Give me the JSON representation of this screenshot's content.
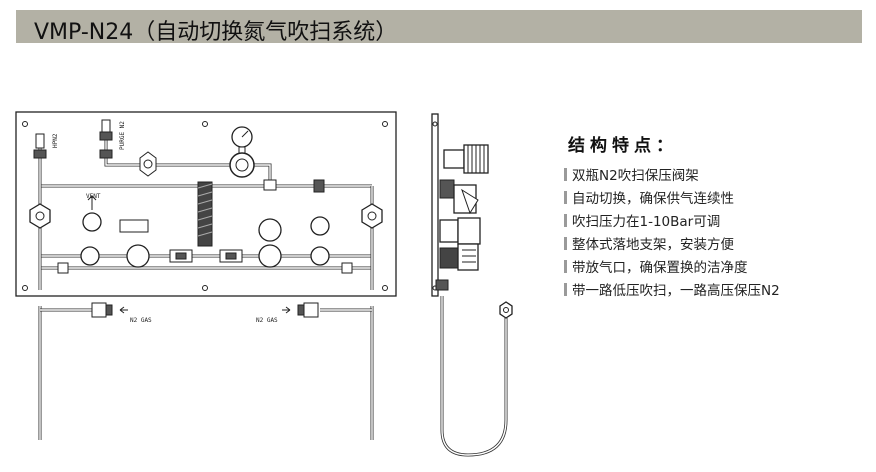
{
  "header": {
    "title": "VMP-N24（自动切换氮气吹扫系统）"
  },
  "features": {
    "title": "结构特点：",
    "items": [
      "双瓶N2吹扫保压阀架",
      "自动切换，确保供气连续性",
      "吹扫压力在1-10Bar可调",
      "整体式落地支架，安装方便",
      "带放气口，确保置换的洁净度",
      "带一路低压吹扫，一路高压保压N2"
    ]
  },
  "diagram": {
    "labels": {
      "hpn2": "HPN2",
      "purge_n2": "PURGE N2",
      "vent": "VENT",
      "n2_gas_left": "N2 GAS",
      "n2_gas_right": "N2 GAS"
    }
  }
}
